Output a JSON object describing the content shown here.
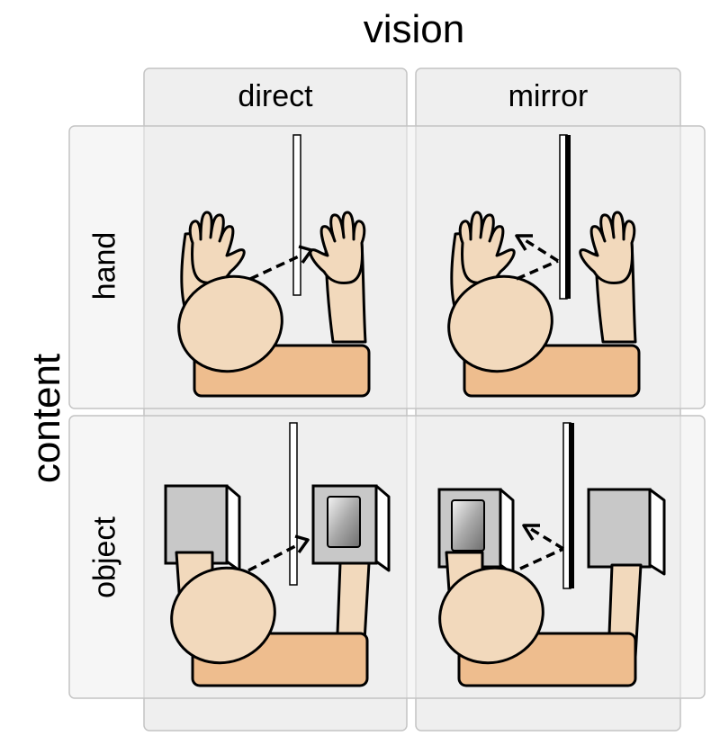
{
  "axes": {
    "column_axis_title": "vision",
    "row_axis_title": "content",
    "columns": [
      "direct",
      "mirror"
    ],
    "rows": [
      "hand",
      "object"
    ]
  },
  "colors": {
    "panel_fill": "#efefef",
    "panel_stroke": "#c4c4c4",
    "skin": "#f2d9bc",
    "body": "#eebd8e",
    "mirror_reflective": "#000000",
    "glass_direct": "#ffffff",
    "box_gray": "#c8c8c8"
  },
  "icons": {
    "person": "topdown-person-icon",
    "arrow": "dashed-arrow-icon",
    "box": "box-icon"
  }
}
